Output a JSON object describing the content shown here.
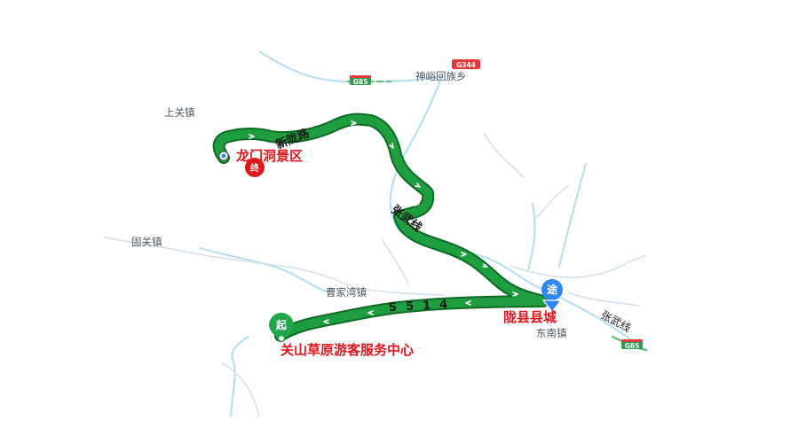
{
  "map": {
    "towns": {
      "shenyu": "神峪回族乡",
      "shangguan": "上关镇",
      "guguan": "固关镇",
      "caojiawan": "曹家湾镇",
      "dongnan": "东南镇"
    },
    "highway_shields": {
      "g85_top": "G85",
      "g344": "G344",
      "g85_bottom": "G85"
    },
    "road_labels": {
      "xinlong": "新陇路",
      "zhangwu_north": "张武线",
      "s514": "S514",
      "zhangwu_east": "张武线"
    },
    "route": {
      "start_badge": "起",
      "start_name": "关山草原游客服务中心",
      "waypoint_badge": "途",
      "waypoint_name": "陇县县城",
      "end_badge": "终",
      "end_name": "龙门洞景区"
    },
    "colors": {
      "route": "#1e9e3e",
      "route_outline": "#0d6b26",
      "river": "#b6dff0",
      "minor_road": "#d5e0ea",
      "red_label": "#e0161c",
      "waypoint": "#2f86f6",
      "highway_green": "#2e9a52",
      "highway_red": "#e23a3a"
    }
  }
}
